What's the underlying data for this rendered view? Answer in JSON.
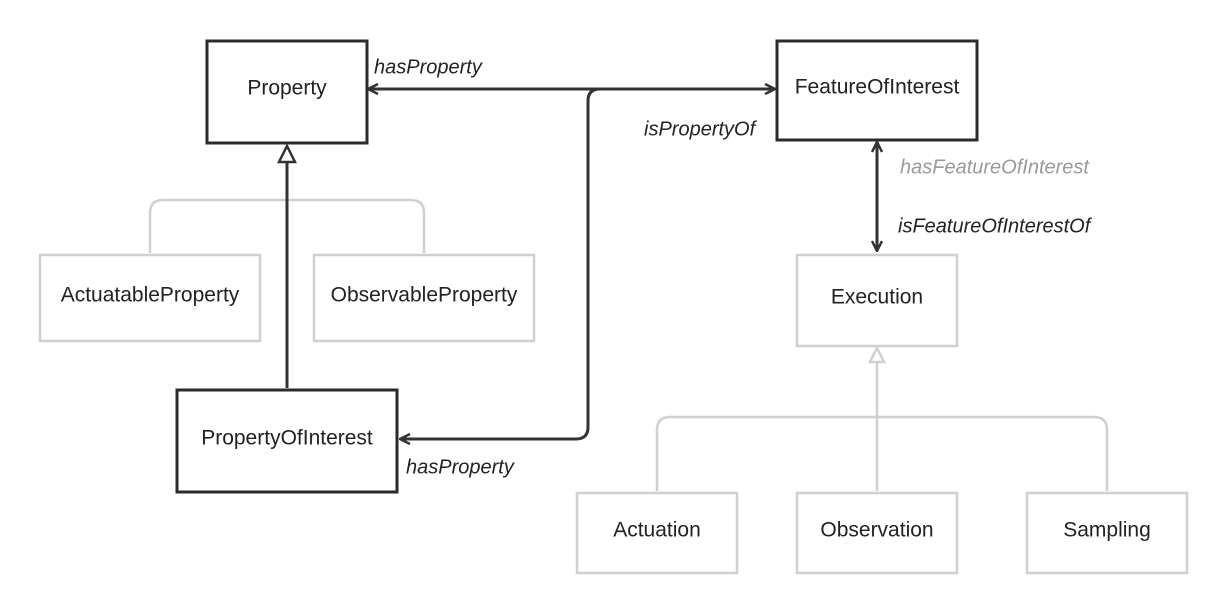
{
  "nodes": {
    "property": "Property",
    "feature_of_interest": "FeatureOfInterest",
    "actuatable_property": "ActuatableProperty",
    "observable_property": "ObservableProperty",
    "property_of_interest": "PropertyOfInterest",
    "execution": "Execution",
    "actuation": "Actuation",
    "observation": "Observation",
    "sampling": "Sampling"
  },
  "edges": {
    "has_property_top": "hasProperty",
    "is_property_of": "isPropertyOf",
    "has_property_bottom": "hasProperty",
    "has_feature_of_interest": "hasFeatureOfInterest",
    "is_feature_of_interest_of": "isFeatureOfInterestOf"
  },
  "colors": {
    "primary_stroke": "#2b2b2b",
    "secondary_stroke": "#cdd1d6",
    "muted_label": "#9a9a9a"
  }
}
